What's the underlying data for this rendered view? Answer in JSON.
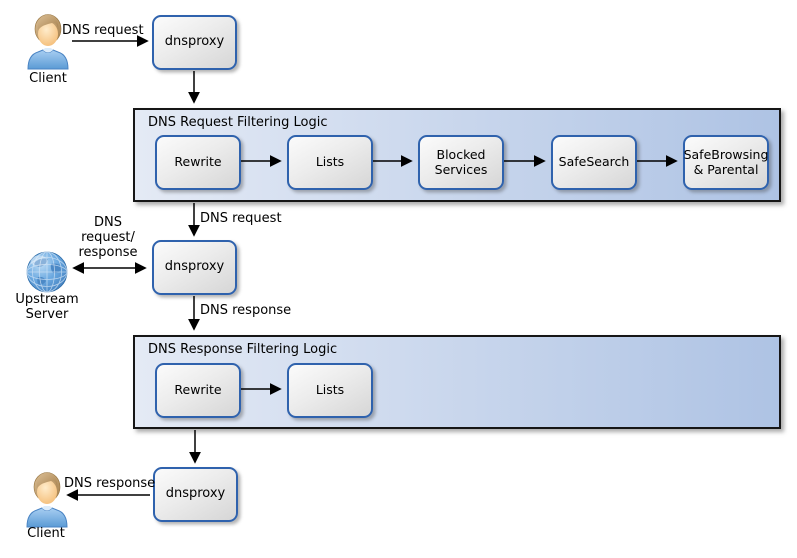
{
  "nodes": {
    "client_top": "Client",
    "client_bottom": "Client",
    "upstream_server": "Upstream\nServer",
    "dnsproxy_top": "dnsproxy",
    "dnsproxy_middle": "dnsproxy",
    "dnsproxy_bottom": "dnsproxy"
  },
  "request_filtering": {
    "title": "DNS Request Filtering Logic",
    "steps": [
      "Rewrite",
      "Lists",
      "Blocked\nServices",
      "SafeSearch",
      "SafeBrowsing\n& Parental"
    ]
  },
  "response_filtering": {
    "title": "DNS Response Filtering Logic",
    "steps": [
      "Rewrite",
      "Lists"
    ]
  },
  "edge_labels": {
    "client_to_proxy": "DNS request",
    "filter_to_proxy": "DNS request",
    "upstream_exchange": "DNS\nrequest/\nresponse",
    "proxy_to_response_filter": "DNS response",
    "proxy_to_client": "DNS response"
  },
  "icons": {
    "client": "person-icon",
    "upstream": "globe-icon"
  },
  "colors": {
    "node_border": "#2f62ad",
    "container_left": "#e4eaf5",
    "container_right": "#aec3e4",
    "container_border": "#161616",
    "arrow": "#000000"
  }
}
